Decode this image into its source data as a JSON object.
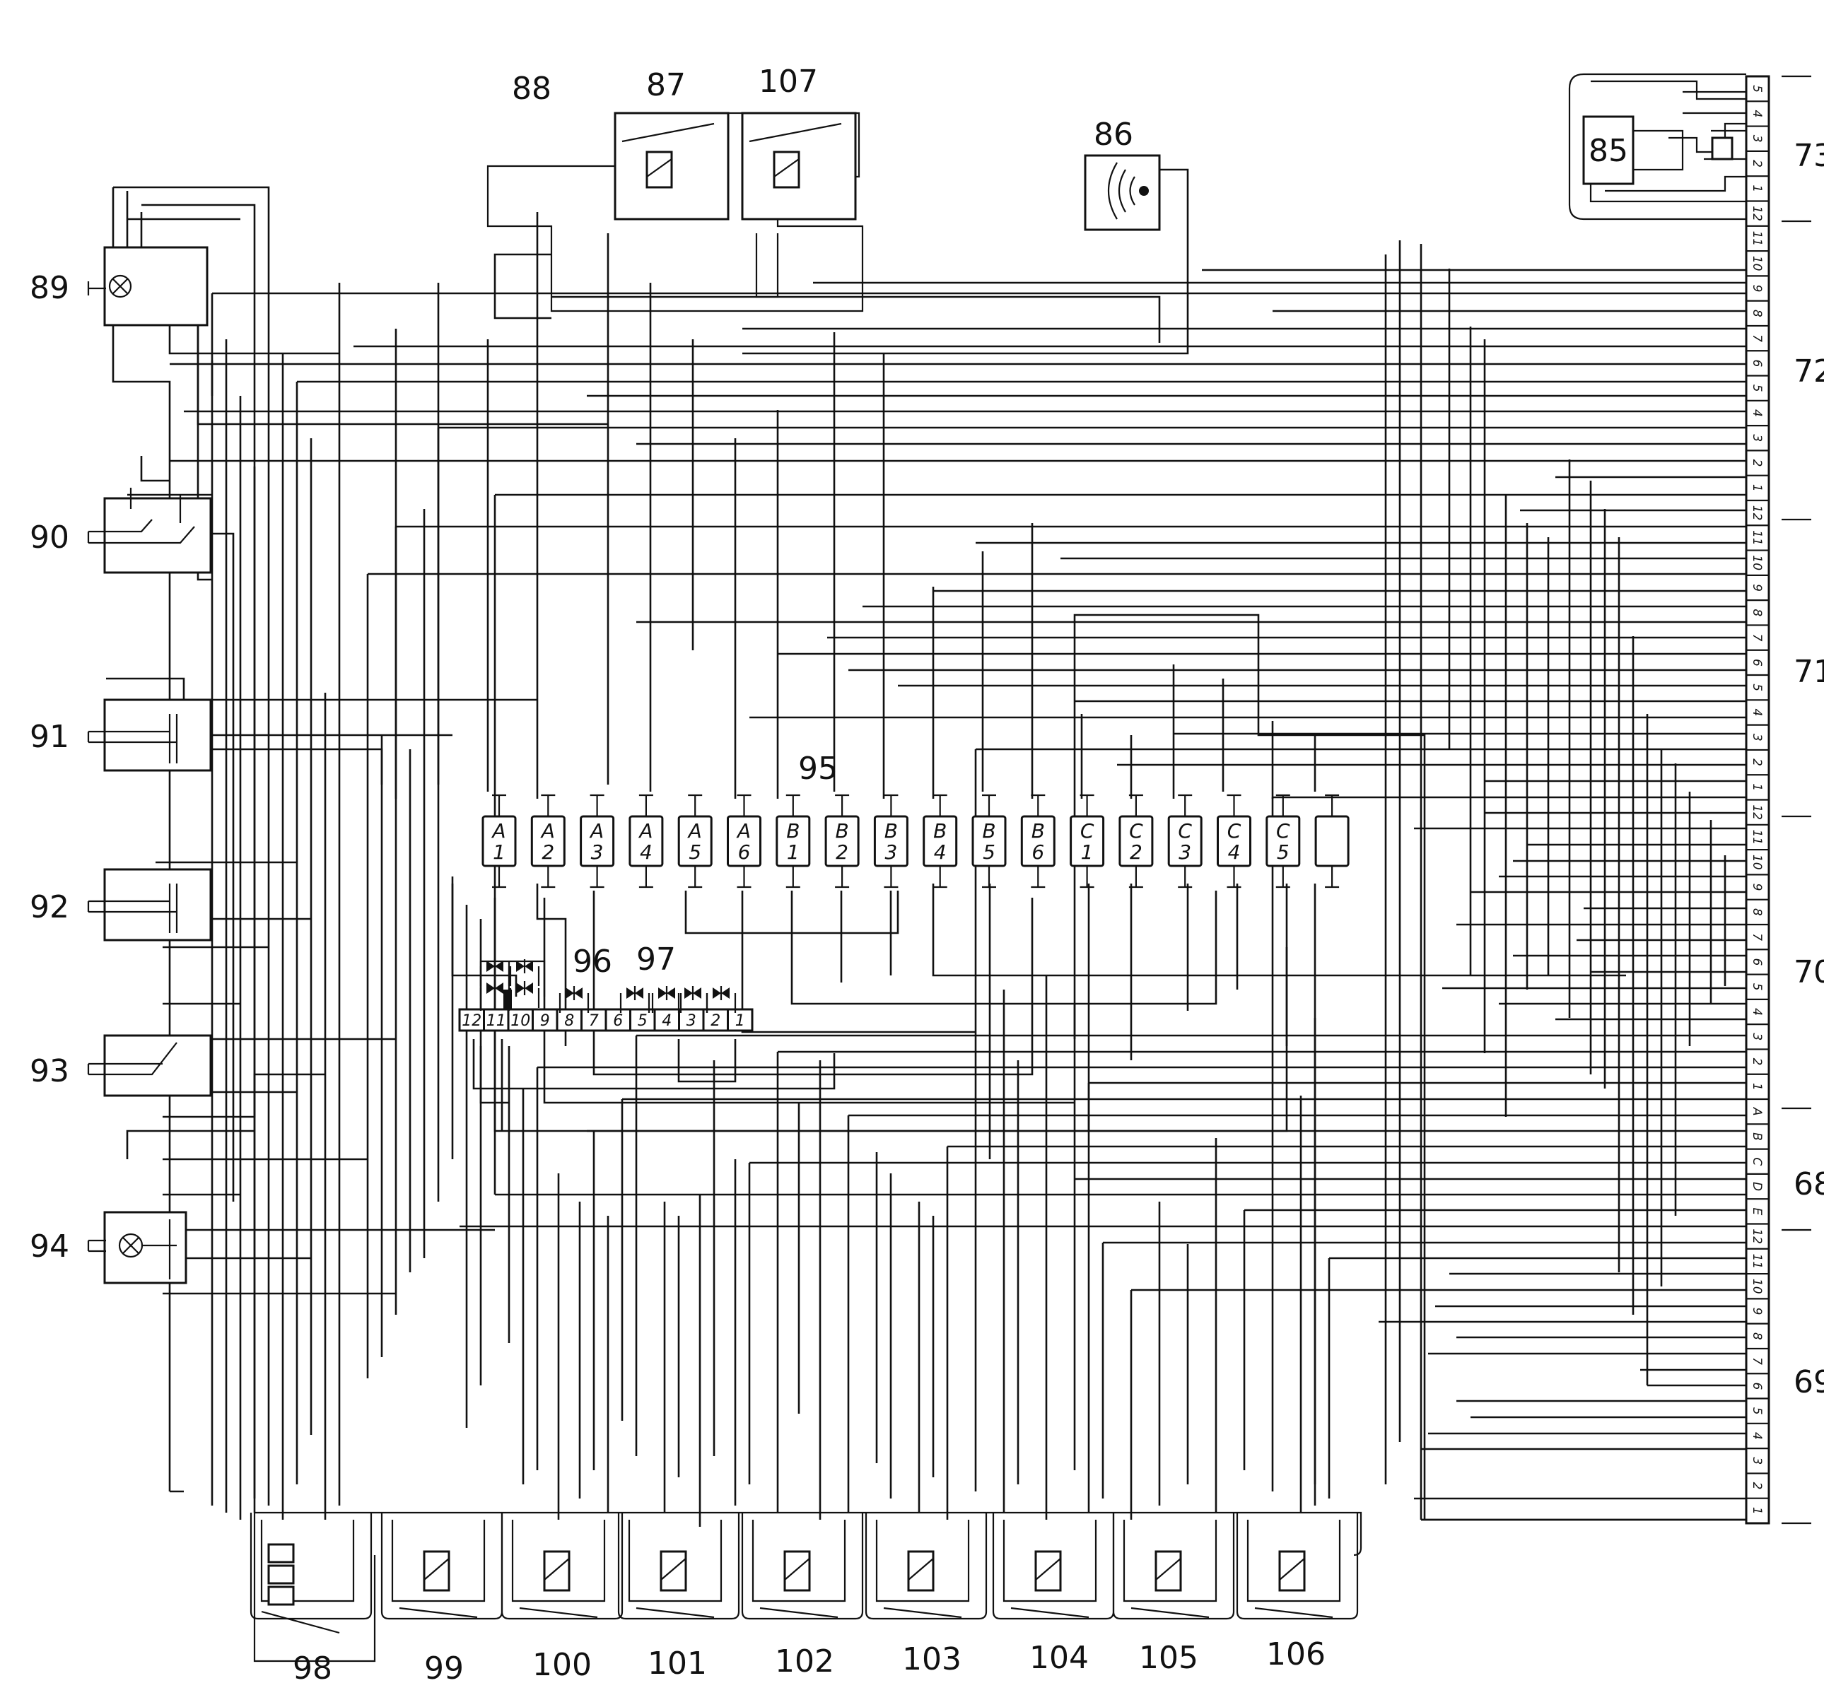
{
  "reference_labels": {
    "r88": "88",
    "r87": "87",
    "r107": "107",
    "r86": "86",
    "r85": "85",
    "r73": "73",
    "r72": "72",
    "r71": "71",
    "r70": "70",
    "r68": "68",
    "r69": "69",
    "r89": "89",
    "r90": "90",
    "r91": "91",
    "r92": "92",
    "r93": "93",
    "r94": "94",
    "r95": "95",
    "r96": "96",
    "r97": "97",
    "r98": "98",
    "r99": "99",
    "r100": "100",
    "r101": "101",
    "r102": "102",
    "r103": "103",
    "r104": "104",
    "r105": "105",
    "r106": "106"
  },
  "relay_modules": [
    {
      "letter": "A",
      "number": "1"
    },
    {
      "letter": "A",
      "number": "2"
    },
    {
      "letter": "A",
      "number": "3"
    },
    {
      "letter": "A",
      "number": "4"
    },
    {
      "letter": "A",
      "number": "5"
    },
    {
      "letter": "A",
      "number": "6"
    },
    {
      "letter": "B",
      "number": "1"
    },
    {
      "letter": "B",
      "number": "2"
    },
    {
      "letter": "B",
      "number": "3"
    },
    {
      "letter": "B",
      "number": "4"
    },
    {
      "letter": "B",
      "number": "5"
    },
    {
      "letter": "B",
      "number": "6"
    },
    {
      "letter": "C",
      "number": "1"
    },
    {
      "letter": "C",
      "number": "2"
    },
    {
      "letter": "C",
      "number": "3"
    },
    {
      "letter": "C",
      "number": "4"
    },
    {
      "letter": "C",
      "number": "5"
    },
    {
      "letter": "",
      "number": ""
    }
  ],
  "diode_strip": [
    "12",
    "11",
    "10",
    "9",
    "8",
    "7",
    "6",
    "5",
    "4",
    "3",
    "2",
    "1"
  ],
  "terminal_strip": [
    "5",
    "4",
    "3",
    "2",
    "1",
    "12",
    "11",
    "10",
    "9",
    "8",
    "7",
    "6",
    "5",
    "4",
    "3",
    "2",
    "1",
    "12",
    "11",
    "10",
    "9",
    "8",
    "7",
    "6",
    "5",
    "4",
    "3",
    "2",
    "1",
    "12",
    "11",
    "10",
    "9",
    "8",
    "7",
    "6",
    "5",
    "4",
    "3",
    "2",
    "1",
    "A",
    "B",
    "C",
    "D",
    "E",
    "12",
    "11",
    "10",
    "9",
    "8",
    "7",
    "6",
    "5",
    "4",
    "3",
    "2",
    "1"
  ]
}
